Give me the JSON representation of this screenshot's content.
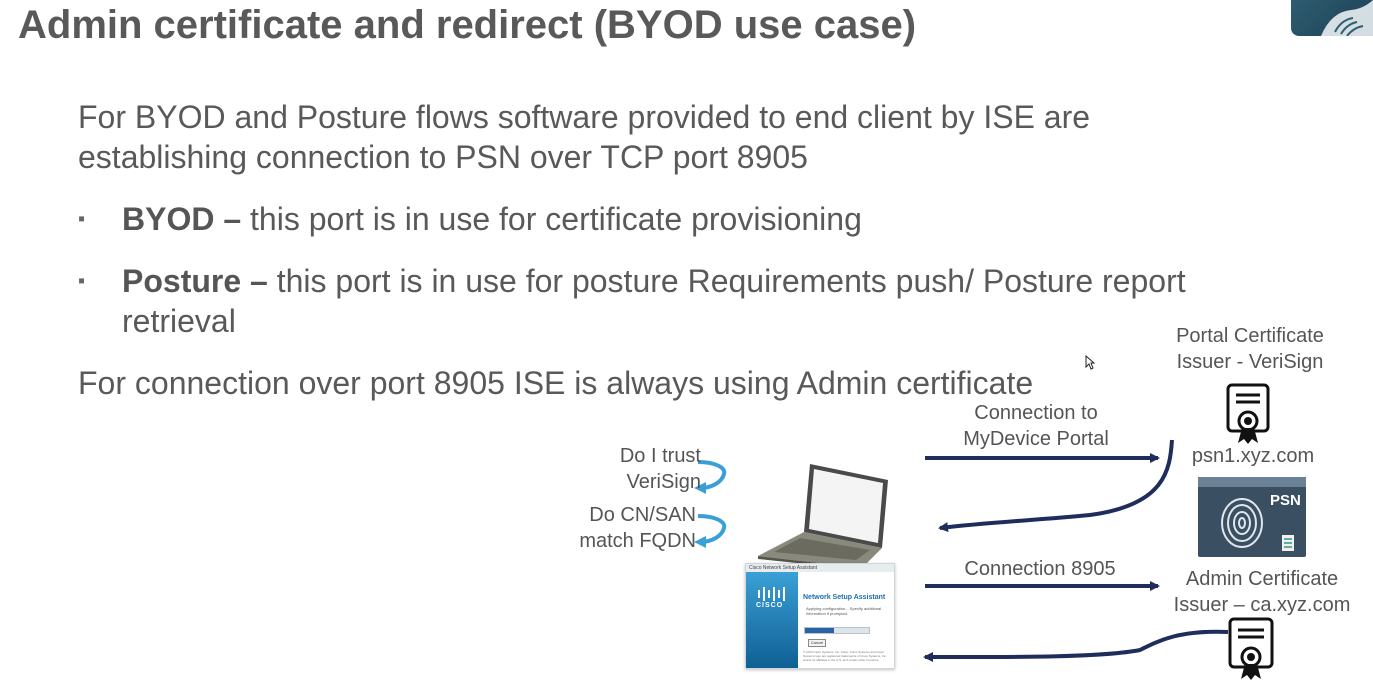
{
  "slide": {
    "title": "Admin certificate and redirect (BYOD use case)",
    "intro": "For BYOD and Posture flows software provided to end client by ISE are establishing connection to PSN over TCP port 8905",
    "bullets": [
      {
        "marker": "▪",
        "bold": "BYOD –",
        "text": " this port is in use for certificate provisioning"
      },
      {
        "marker": "▪",
        "bold": "Posture –",
        "text": " this port is in use for posture Requirements push/ Posture report retrieval"
      }
    ],
    "footline": "For connection over port 8905 ISE is always using Admin certificate"
  },
  "diagram": {
    "question_trust_line1": "Do I trust",
    "question_trust_line2": "VeriSign",
    "question_cn_line1": "Do CN/SAN",
    "question_cn_line2": "match FQDN",
    "conn_portal_line1": "Connection to",
    "conn_portal_line2": "MyDevice Portal",
    "conn_8905": "Connection 8905",
    "portal_cert_line1": "Portal Certificate",
    "portal_cert_line2": "Issuer - VeriSign",
    "psn_host": "psn1.xyz.com",
    "psn_badge": "PSN",
    "admin_cert_line1": "Admin Certificate",
    "admin_cert_line2": "Issuer – ca.xyz.com"
  },
  "thumbnail": {
    "titlebar": "Cisco Network Setup Assistant",
    "brand": "CISCO",
    "heading": "Network Setup Assistant",
    "status": "Applying configuration... Specify additional information if prompted.",
    "progress": 0.45,
    "cancel_label": "Cancel",
    "fine_print": "© 2013 Cisco Systems, Inc. Cisco, Cisco Systems and Cisco Systems logo are registered trademarks of Cisco Systems, Inc. and/or its affiliates in the U.S. and certain other countries."
  },
  "colors": {
    "arrow": "#1f2d5c",
    "loop_arrow": "#3a9fd6",
    "psn_box": "#3b4f63"
  },
  "icons": {
    "cursor": "mouse-pointer-icon",
    "certificate": "certificate-icon",
    "laptop": "laptop-icon",
    "fingerprint": "fingerprint-icon"
  }
}
